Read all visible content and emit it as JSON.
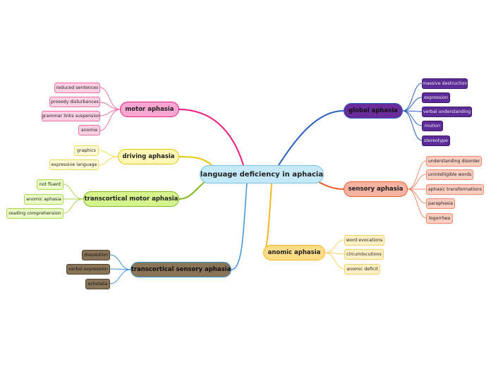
{
  "central": {
    "label": "language deficiency in aphacia"
  },
  "branches": {
    "motor": {
      "label": "motor aphasia",
      "items": [
        "reduced sentences",
        "prosody disturbances",
        "grammar links suspension",
        "anomie"
      ]
    },
    "driving": {
      "label": "driving aphasia",
      "items": [
        "graphics",
        "expressive language"
      ]
    },
    "transcortical_motor": {
      "label": "transcortical motor aphasia",
      "items": [
        "not fluent",
        "anomic aphasia",
        "reading comprehension"
      ]
    },
    "transcortical_sensory": {
      "label": "transcortical sensory aphasia",
      "items": [
        "dissolution",
        "verbal expression",
        "echolalia"
      ]
    },
    "global": {
      "label": "global aphasia",
      "items": [
        "massive destruction",
        "expression",
        "verbal understanding",
        "mution",
        "stereotype"
      ]
    },
    "sensory": {
      "label": "sensory aphasia",
      "items": [
        "understanding disorder",
        "unintelligible words",
        "aphasic transformations",
        "paraphasia",
        "logorrhea"
      ]
    },
    "anomic": {
      "label": "anomic aphasia",
      "items": [
        "word evocations",
        "circumlocutions",
        "anomic deficit"
      ]
    }
  },
  "colors": {
    "motor": "#ec1b7e",
    "driving": "#e5c60a",
    "transcortical_motor": "#84b61d",
    "transcortical_sensory": "#3a91d6",
    "global": "#2a5fc0",
    "sensory": "#eb5a2a",
    "anomic": "#f5b625"
  }
}
